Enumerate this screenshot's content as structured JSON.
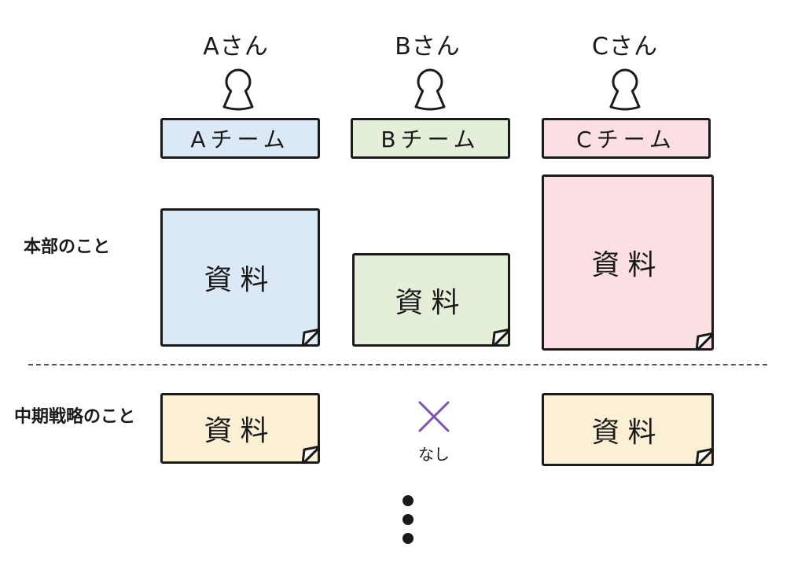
{
  "persons": [
    {
      "name": "Aさん",
      "team": "Aチーム",
      "color": "#dbe8f5"
    },
    {
      "name": "Bさん",
      "team": "Bチーム",
      "color": "#e3efd8"
    },
    {
      "name": "Cさん",
      "team": "Cチーム",
      "color": "#fbdfe2"
    }
  ],
  "rows": {
    "honbu": {
      "label": "本部のこと"
    },
    "chuki": {
      "label": "中期戦略のこと"
    }
  },
  "doc_label": "資料",
  "none_label": "なし",
  "colors": {
    "row2_doc": "#fcf0d4",
    "none_mark": "#7b52b8",
    "stroke": "#1a1a1a"
  }
}
